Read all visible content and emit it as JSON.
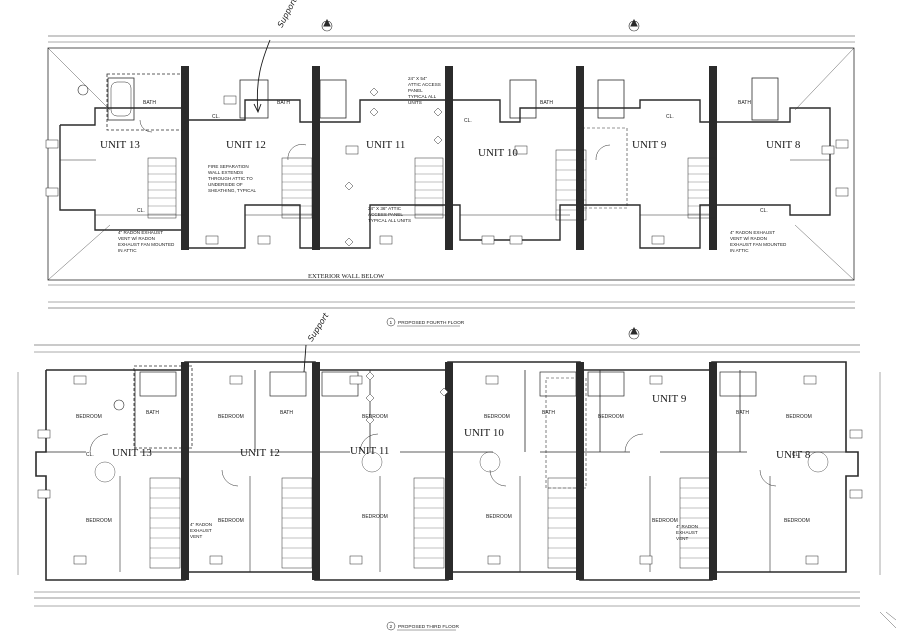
{
  "floors": [
    {
      "id": "fourth",
      "title": "PROPOSED FOURTH FLOOR",
      "number": "1",
      "exterior_label": "EXTERIOR WALL BELOW",
      "units": [
        "UNIT 13",
        "UNIT 12",
        "UNIT 11",
        "UNIT 10",
        "UNIT 9",
        "UNIT 8"
      ],
      "notes": {
        "fire_sep": [
          "FIRE SEPARATION",
          "WALL EXTENDS",
          "THROUGH ATTIC TO",
          "UNDERSIDE OF",
          "SHEATHING, TYPICAL"
        ],
        "radon_left": [
          "4\" RADON EXHAUST",
          "VENT W/ RADON",
          "EXHAUST FAN MOUNTED",
          "IN ATTIC"
        ],
        "radon_right": [
          "4\" RADON EXHAUST",
          "VENT W/ RADON",
          "EXHAUST FAN MOUNTED",
          "IN ATTIC"
        ],
        "attic_access_top": [
          "24\" X 54\"",
          "ATTIC ACCESS",
          "PANEL",
          "TYPICAL ALL",
          "UNITS"
        ],
        "attic_access_mid": [
          "24\" X 36\" ATTIC",
          "ACCESS PANEL",
          "TYPICAL ALL UNITS"
        ]
      },
      "room_labels": [
        "BATH",
        "BATH",
        "CL.",
        "CL.",
        "CL.",
        "BATH",
        "BATH",
        "CL.",
        "CL."
      ],
      "handwritten": "Support Here"
    },
    {
      "id": "third",
      "title": "PROPOSED THIRD FLOOR",
      "number": "2",
      "units": [
        "UNIT 13",
        "UNIT 12",
        "UNIT 11",
        "UNIT 10",
        "UNIT 9",
        "UNIT 8"
      ],
      "notes": {
        "radon_a": [
          "4\" RADON",
          "EXHAUST",
          "VENT"
        ],
        "radon_b": [
          "4\" RADON",
          "EXHAUST",
          "VENT"
        ]
      },
      "room_labels": [
        "BEDROOM",
        "BATH",
        "BEDROOM",
        "BATH",
        "BEDROOM",
        "BEDROOM",
        "BATH",
        "BEDROOM",
        "BATH",
        "BEDROOM",
        "CL.",
        "CL.",
        "BEDROOM",
        "BEDROOM",
        "BEDROOM",
        "BEDROOM",
        "BEDROOM",
        "BEDROOM"
      ],
      "handwritten": "Support"
    }
  ],
  "colors": {
    "ink": "#1a1a1a",
    "paper": "#ffffff",
    "wall": "#2b2b2b"
  }
}
